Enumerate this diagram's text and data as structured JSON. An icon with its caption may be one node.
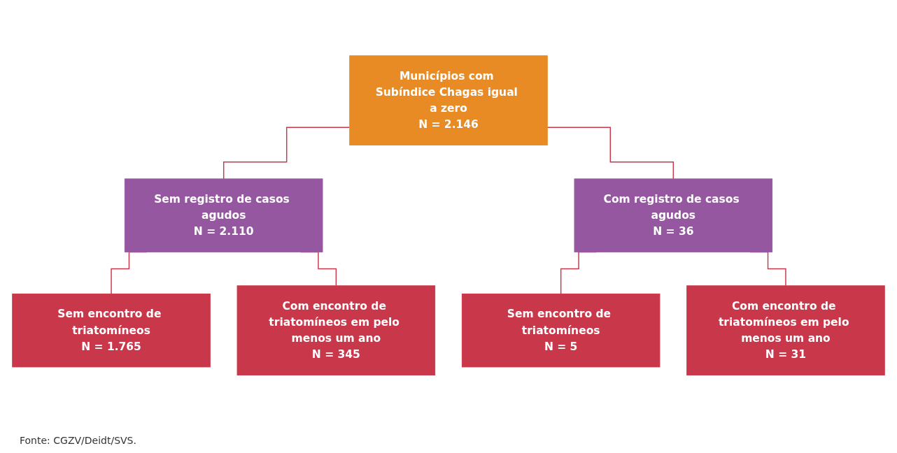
{
  "diagram": {
    "caption": "Fonte: CGZV/Deidt/SVS.",
    "nodes": [
      {
        "text": [
          "Municípios com Subíndice Chagas igual a zero",
          "N = 2.146"
        ]
      },
      {
        "text": [
          "Sem registro de casos agudos",
          "N = 2.110"
        ]
      },
      {
        "text": [
          "Com registro de casos agudos",
          "N = 36"
        ]
      },
      {
        "text": [
          "Sem encontro de triatomíneos",
          "N = 1.765"
        ]
      },
      {
        "text": [
          "Com encontro de triatomíneos em pelo menos um ano",
          "N = 345"
        ]
      },
      {
        "text": [
          "Sem encontro de triatomíneos",
          "N = 5"
        ]
      },
      {
        "text": [
          "Com encontro de triatomíneos em pelo menos um ano",
          "N = 31"
        ]
      }
    ],
    "edges": [
      {
        "from": 0,
        "to": 1,
        "arrow": "none"
      },
      {
        "from": 0,
        "to": 2,
        "arrow": "none"
      },
      {
        "from": 1,
        "to": 3,
        "arrow": "none"
      },
      {
        "from": 1,
        "to": 4,
        "arrow": "none"
      },
      {
        "from": 2,
        "to": 5,
        "arrow": "none"
      },
      {
        "from": 2,
        "to": 6,
        "arrow": "none"
      }
    ]
  }
}
